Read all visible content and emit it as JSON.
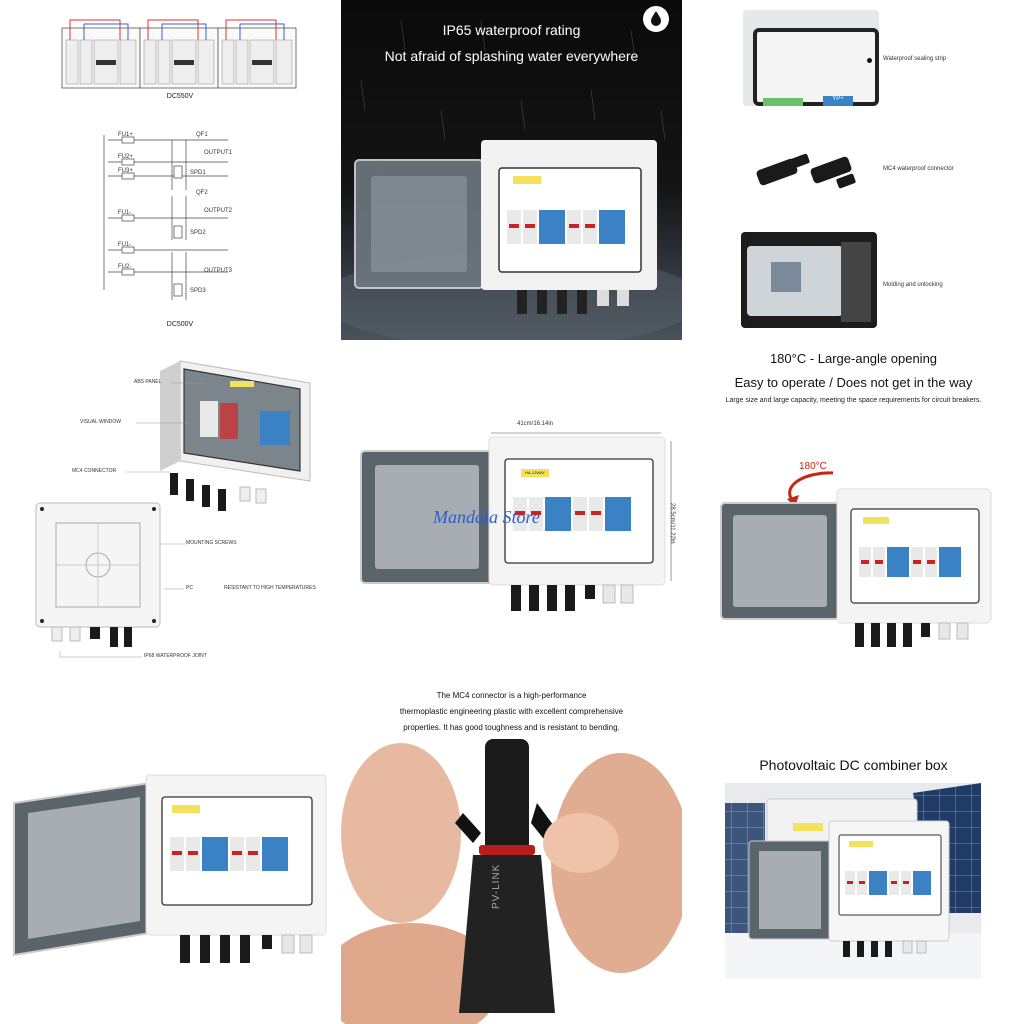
{
  "schematics": {
    "top_caption": "DC550V",
    "bottom_caption": "DC500V",
    "wiring_labels": [
      "FU1+",
      "FU2+",
      "FU3+",
      "FU1-",
      "FU1-",
      "FU2-"
    ],
    "breaker_labels": [
      "QF1",
      "QF2"
    ],
    "output_labels": [
      "OUTPUT1",
      "OUTPUT2",
      "OUTPUT3"
    ],
    "spd_labels": [
      "SPD1",
      "SPD2",
      "SPD3"
    ]
  },
  "rain_photo": {
    "line1": "IP65 waterproof rating",
    "line2": "Not afraid of splashing water everywhere",
    "icon": "water-drop-icon"
  },
  "details": {
    "item1": "Waterproof sealing strip",
    "item2": "MC4 waterproof connector",
    "item3": "Molding and unlocking",
    "snippet": "YP+"
  },
  "callouts": {
    "abs_panel": "ABS PANEL",
    "visual_window": "VISUAL WINDOW",
    "mc4_connector": "MC4 CONNECTOR",
    "mounting_screws": "MOUNTING SCREWS",
    "pc": "PC",
    "resistant": "RESISTANT TO HIGH TEMPERATURES",
    "ip68": "IP68 WATERPROOF JOINT"
  },
  "dimensions": {
    "width": "41cm/16.14in",
    "height": "28.5cm/11.22in",
    "watermark": "Mandala Store",
    "label_tag": "HA-12WAY"
  },
  "opening": {
    "title": "180°C - Large-angle opening",
    "subtitle": "Easy to operate / Does not get in the way",
    "note": "Large size and large capacity, meeting the space requirements for circuit breakers.",
    "angle": "180°C"
  },
  "mc4_photo": {
    "line1": "The MC4 connector is a high-performance",
    "line2": "thermoplastic engineering plastic with excellent comprehensive",
    "line3": "properties. It has good toughness and is resistant to bending.",
    "brand": "PV-LINK"
  },
  "combiner": {
    "title": "Photovoltaic DC combiner box"
  }
}
